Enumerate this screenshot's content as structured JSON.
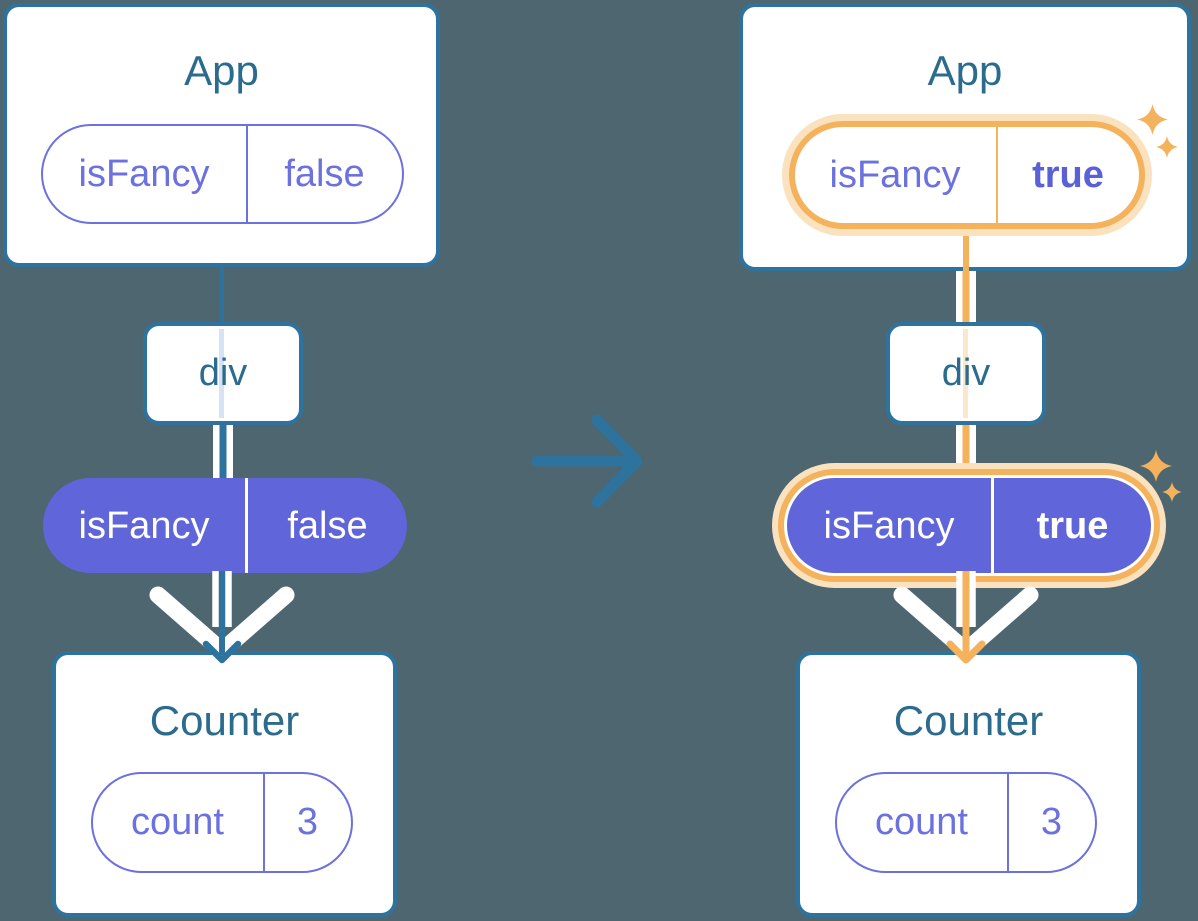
{
  "diagram": {
    "before": {
      "app_title": "App",
      "app_prop": {
        "name": "isFancy",
        "value": "false"
      },
      "div_label": "div",
      "passed_prop": {
        "name": "isFancy",
        "value": "false"
      },
      "counter_title": "Counter",
      "counter_state": {
        "name": "count",
        "value": "3"
      }
    },
    "after": {
      "app_title": "App",
      "app_prop": {
        "name": "isFancy",
        "value": "true"
      },
      "div_label": "div",
      "passed_prop": {
        "name": "isFancy",
        "value": "true"
      },
      "counter_title": "Counter",
      "counter_state": {
        "name": "count",
        "value": "3"
      }
    },
    "icons": {
      "transition": "right-arrow-icon",
      "highlight": "sparkle-icon"
    },
    "colors": {
      "background": "#4D6670",
      "card_border": "#2E739E",
      "title_text": "#2B6B8D",
      "purple_outline": "#6B71DE",
      "purple_fill": "#6065DA",
      "highlight_orange": "#F5B25D",
      "highlight_glow": "#FAE2BE"
    }
  }
}
